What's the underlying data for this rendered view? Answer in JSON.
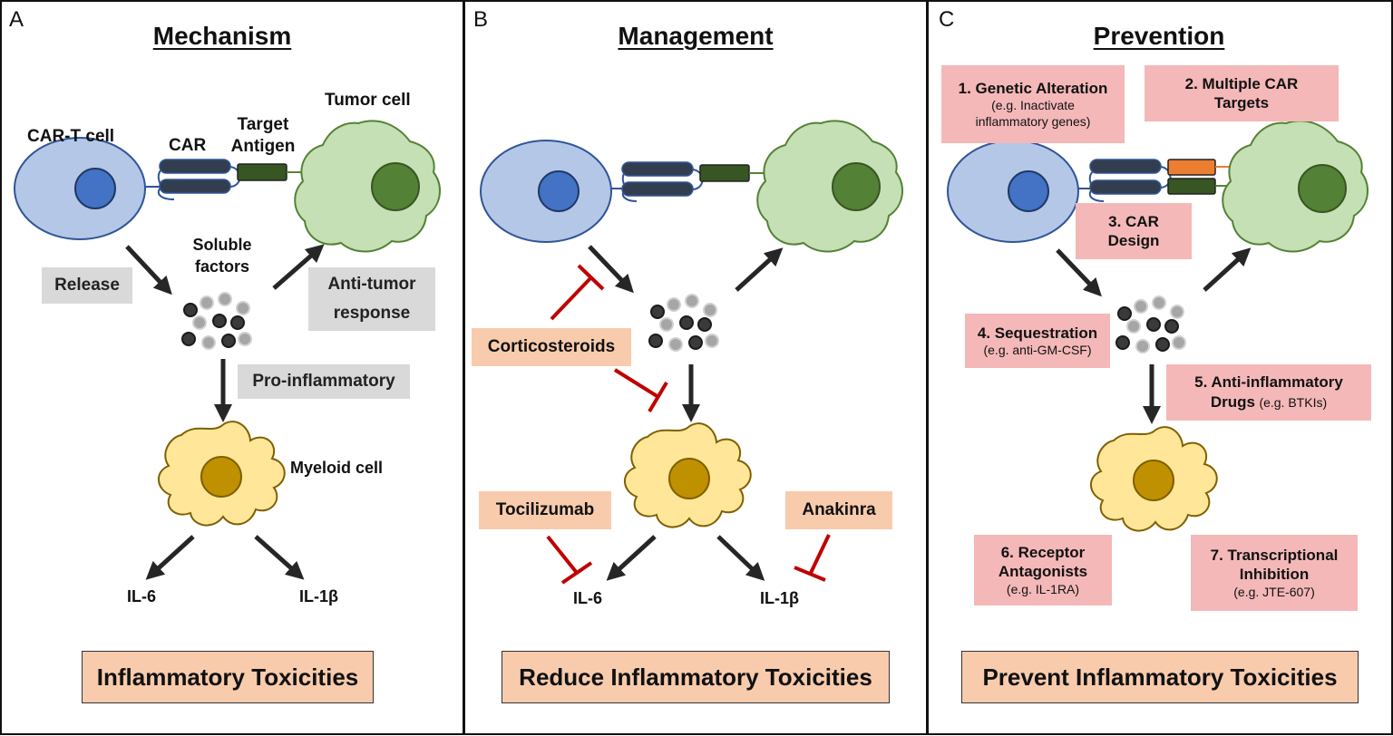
{
  "colors": {
    "tcell_fill": "#b4c7e7",
    "tcell_stroke": "#2f5597",
    "nucleus_blue": "#4472c4",
    "tumor_fill": "#c5e0b4",
    "tumor_stroke": "#548235",
    "tumor_nucleus": "#538135",
    "antigen_green": "#375623",
    "antigen_orange": "#ed7d31",
    "car_dark": "#323e4f",
    "myeloid_fill": "#ffe699",
    "myeloid_stroke": "#7f6000",
    "myeloid_nucleus": "#bf9000",
    "inhibitor_red": "#c00000",
    "label_gray": "#d9d9d9",
    "label_peach": "#f8cbad",
    "label_pink": "#f4b8b8"
  },
  "panel_a": {
    "letter": "A",
    "heading": "Mechanism",
    "car_t_cell": "CAR-T cell",
    "car": "CAR",
    "target_antigen_line1": "Target",
    "target_antigen_line2": "Antigen",
    "tumor_cell": "Tumor cell",
    "soluble_line1": "Soluble",
    "soluble_line2": "factors",
    "release": "Release",
    "anti_tumor_line1": "Anti-tumor",
    "anti_tumor_line2": "response",
    "pro_inflammatory": "Pro-inflammatory",
    "myeloid_cell": "Myeloid cell",
    "il6": "IL-6",
    "il1b": "IL-1β",
    "bottom": "Inflammatory Toxicities"
  },
  "panel_b": {
    "letter": "B",
    "heading": "Management",
    "corticosteroids": "Corticosteroids",
    "tocilizumab": "Tocilizumab",
    "anakinra": "Anakinra",
    "il6": "IL-6",
    "il1b": "IL-1β",
    "bottom": "Reduce Inflammatory Toxicities"
  },
  "panel_c": {
    "letter": "C",
    "heading": "Prevention",
    "s1_title": "1. Genetic Alteration",
    "s1_sub1": "(e.g. Inactivate",
    "s1_sub2": "inflammatory genes)",
    "s2_line1": "2. Multiple CAR",
    "s2_line2": "Targets",
    "s3_line1": "3. CAR",
    "s3_line2": "Design",
    "s4_title": "4. Sequestration",
    "s4_sub": "(e.g. anti-GM-CSF)",
    "s5_line1": "5. Anti-inflammatory",
    "s5_line2": "Drugs",
    "s5_sub": "(e.g. BTKIs)",
    "s6_line1": "6. Receptor",
    "s6_line2": "Antagonists",
    "s6_sub": "(e.g. IL-1RA)",
    "s7_line1": "7. Transcriptional",
    "s7_line2": "Inhibition",
    "s7_sub": "(e.g. JTE-607)",
    "bottom": "Prevent Inflammatory Toxicities"
  }
}
